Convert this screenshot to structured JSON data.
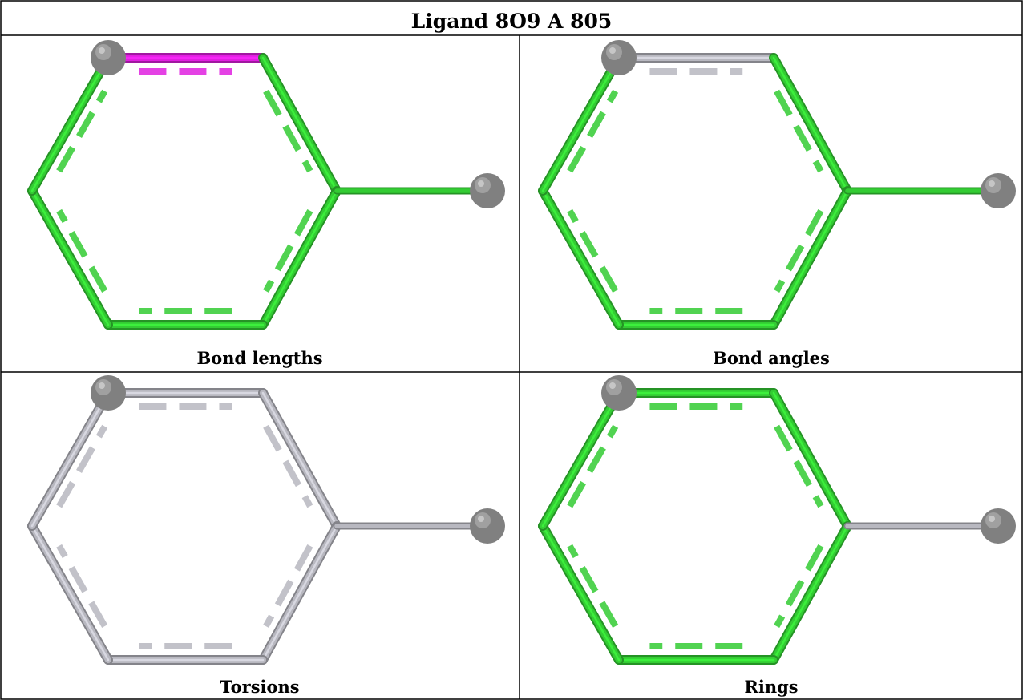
{
  "title": "Ligand 8O9 A 805",
  "panels": [
    {
      "caption": "Bond lengths",
      "bonds": {
        "top": "magenta",
        "upper_left": "green",
        "lower_left": "green",
        "bottom": "green",
        "lower_right": "green",
        "upper_right": "green",
        "substituent": "green"
      }
    },
    {
      "caption": "Bond angles",
      "bonds": {
        "top": "gray",
        "upper_left": "green",
        "lower_left": "green",
        "bottom": "green",
        "lower_right": "green",
        "upper_right": "green",
        "substituent": "green"
      }
    },
    {
      "caption": "Torsions",
      "bonds": {
        "top": "gray",
        "upper_left": "gray",
        "lower_left": "gray",
        "bottom": "gray",
        "lower_right": "gray",
        "upper_right": "gray",
        "substituent": "gray"
      }
    },
    {
      "caption": "Rings",
      "bonds": {
        "top": "green",
        "upper_left": "green",
        "lower_left": "green",
        "bottom": "green",
        "lower_right": "green",
        "upper_right": "green",
        "substituent": "gray"
      }
    }
  ],
  "colors": {
    "green": "#33cc33",
    "magenta": "#e020e0",
    "gray": "#b8b8c0",
    "atom": "#808080",
    "border": "#000000"
  }
}
